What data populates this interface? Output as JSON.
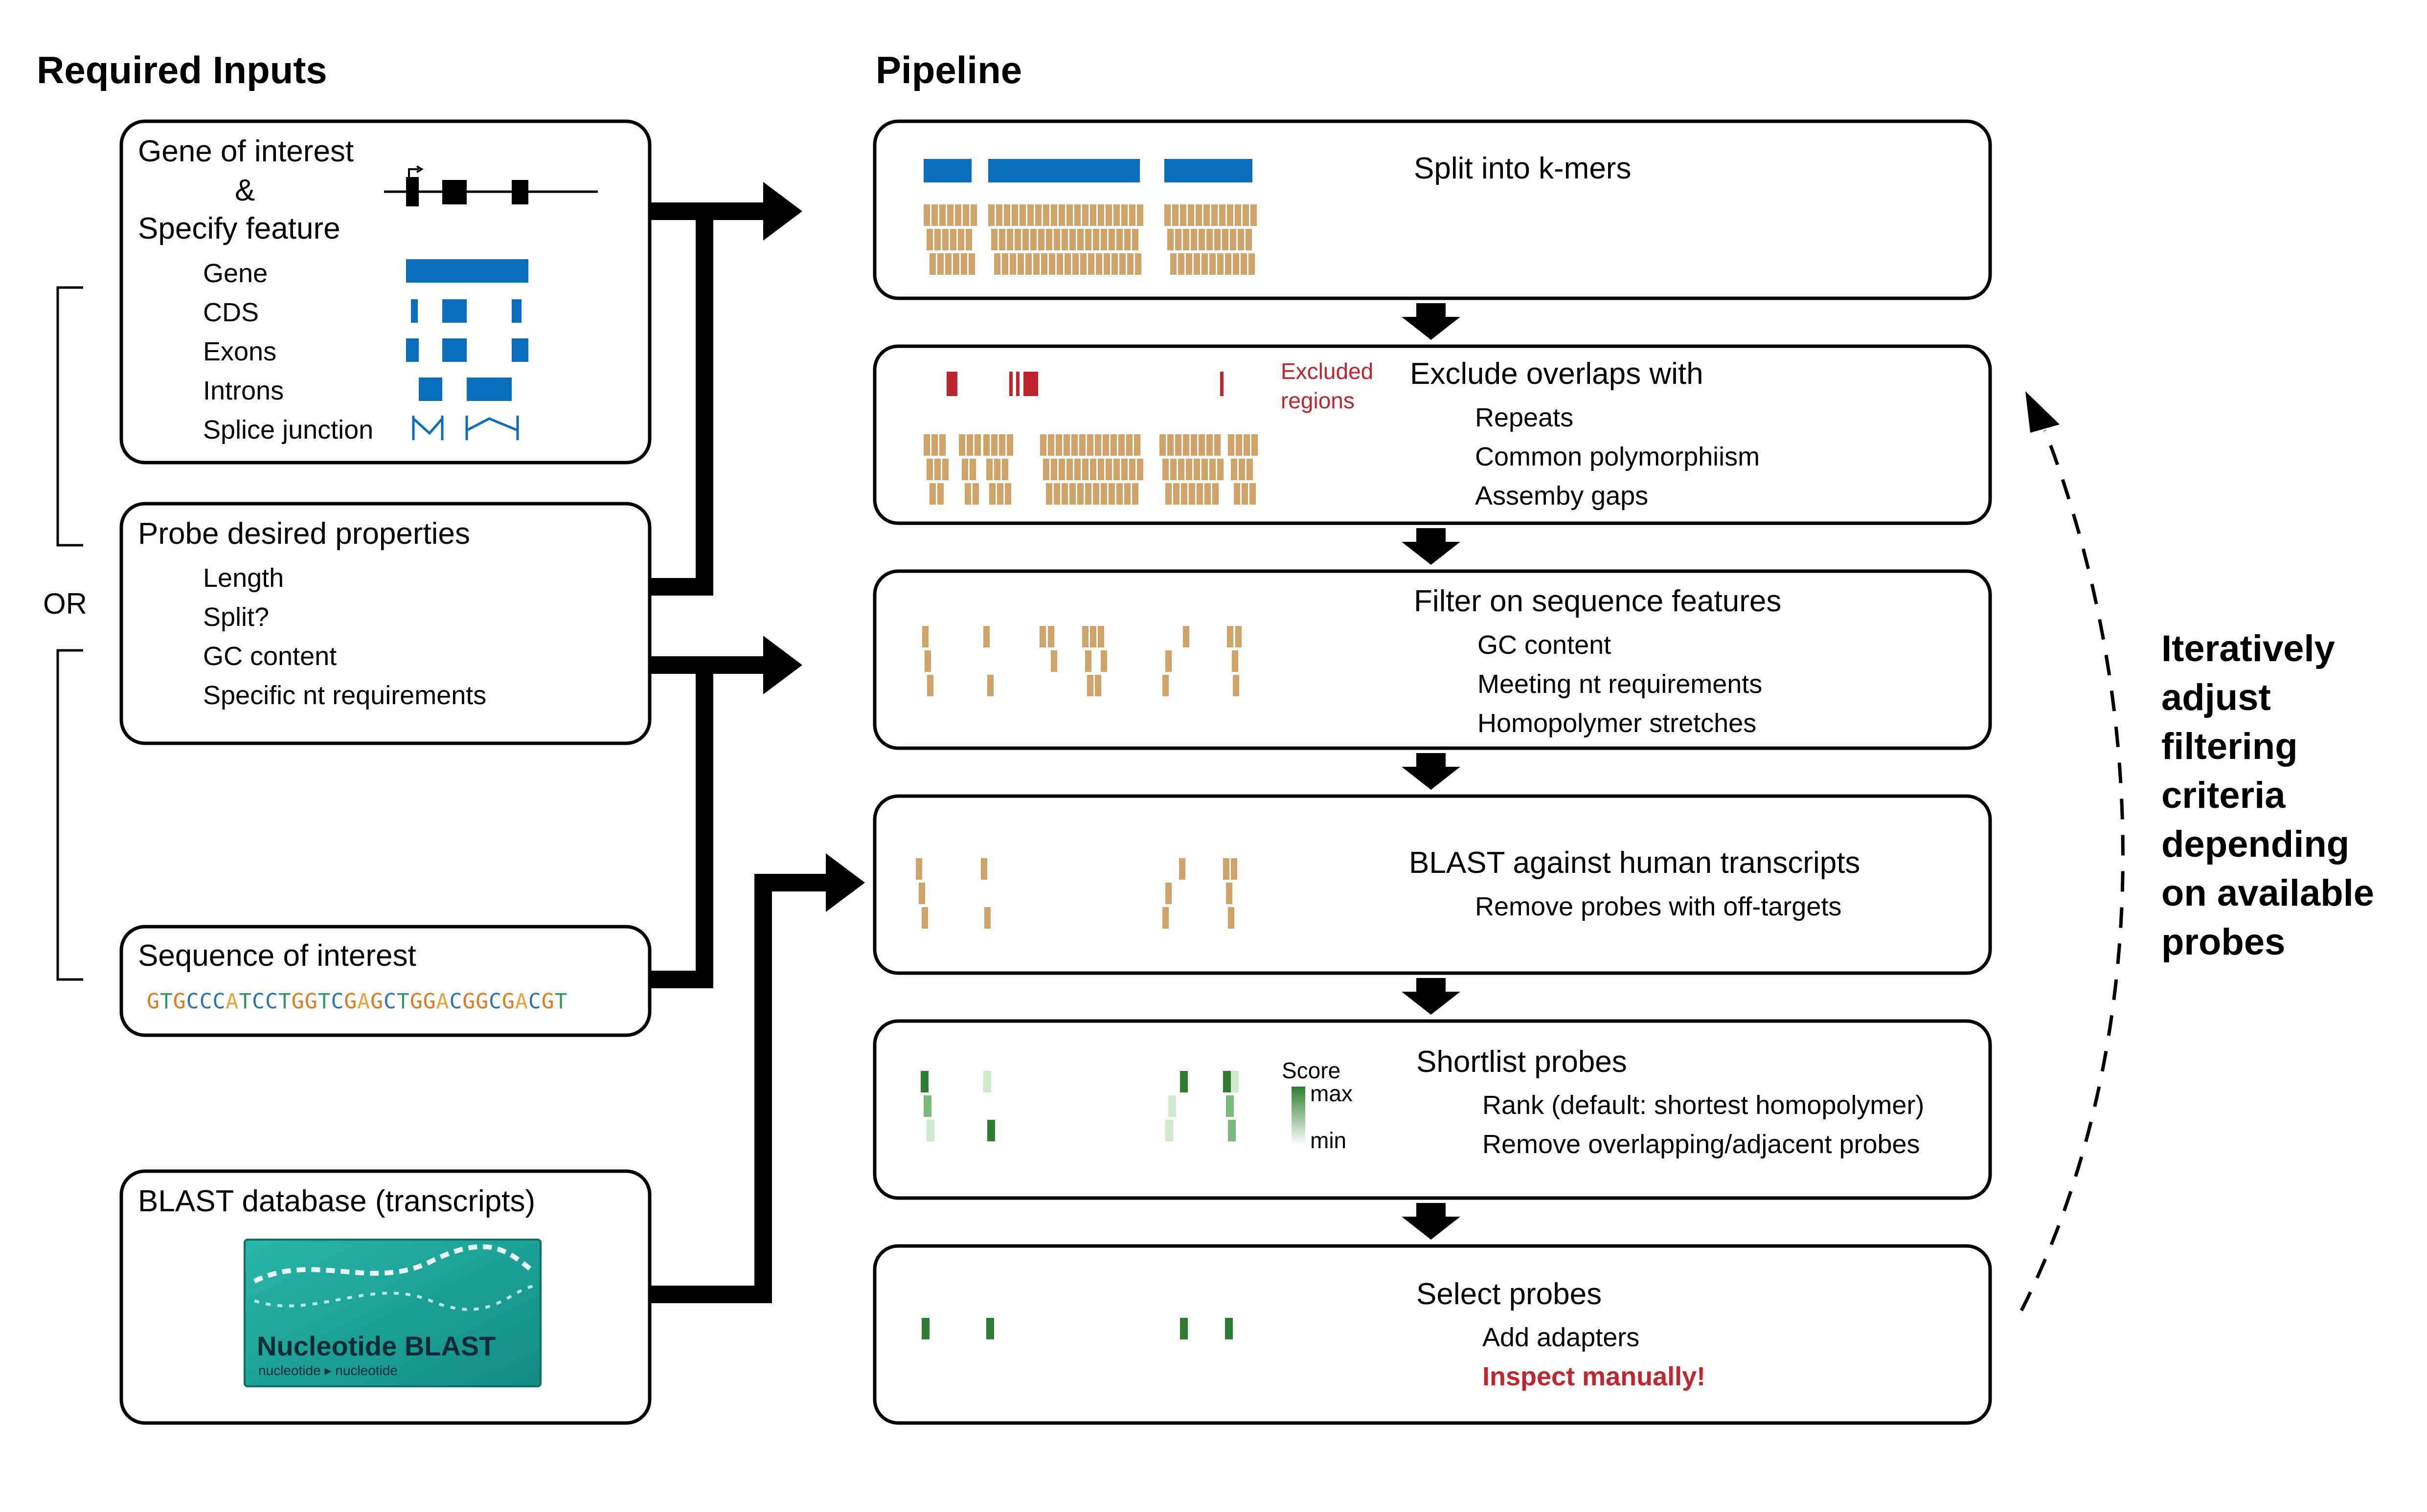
{
  "colors": {
    "gene_blue": "#0a6ebd",
    "kmer_tan": "#cfa466",
    "excluded_red": "#c0262d",
    "score_max": "#2f7d32",
    "score_mid": "#79bb7c",
    "score_min": "#cfe9cf",
    "black": "#000000",
    "seq_A": "#e8a33c",
    "seq_T": "#2f9a5e",
    "seq_G": "#e07a20",
    "seq_C": "#2a72b5",
    "blast_teal": "#1fa79a"
  },
  "headers": {
    "inputs": "Required Inputs",
    "pipeline": "Pipeline"
  },
  "inputs": {
    "or_label": "OR",
    "gene_box": {
      "line1": "Gene of interest",
      "amp": "&",
      "line2": "Specify feature",
      "features": [
        "Gene",
        "CDS",
        "Exons",
        "Introns",
        "Splice junction"
      ]
    },
    "probe_box": {
      "title": "Probe desired properties",
      "items": [
        "Length",
        "Split?",
        "GC content",
        "Specific nt requirements"
      ]
    },
    "sequence_box": {
      "title": "Sequence of interest",
      "sequence": "GTGCCCATCCTGGTCGAGCTGGACGGCGACGT"
    },
    "blast_box": {
      "title": "BLAST database (transcripts)",
      "logo_title": "Nucleotide BLAST",
      "logo_sub": "nucleotide ▸ nucleotide"
    }
  },
  "pipeline": {
    "split": {
      "title": "Split into k-mers"
    },
    "exclude": {
      "title": "Exclude overlaps with",
      "items": [
        "Repeats",
        "Common polymorphiism",
        "Assemby gaps"
      ],
      "excluded_label_1": "Excluded",
      "excluded_label_2": "regions"
    },
    "filter": {
      "title": "Filter on sequence features",
      "items": [
        "GC content",
        "Meeting nt requirements",
        "Homopolymer stretches"
      ]
    },
    "blast": {
      "title": "BLAST against human transcripts",
      "items": [
        "Remove probes with off-targets"
      ]
    },
    "shortlist": {
      "title": "Shortlist probes",
      "items": [
        "Rank (default: shortest homopolymer)",
        "Remove overlapping/adjacent probes"
      ],
      "score_label": "Score",
      "score_max": "max",
      "score_min": "min"
    },
    "select": {
      "title": "Select probes",
      "items": [
        "Add adapters"
      ],
      "warning": "Inspect manually!"
    }
  },
  "side_note": {
    "lines": [
      "Iteratively",
      "adjust",
      "filtering",
      "criteria",
      "depending",
      "on available",
      "probes"
    ]
  }
}
